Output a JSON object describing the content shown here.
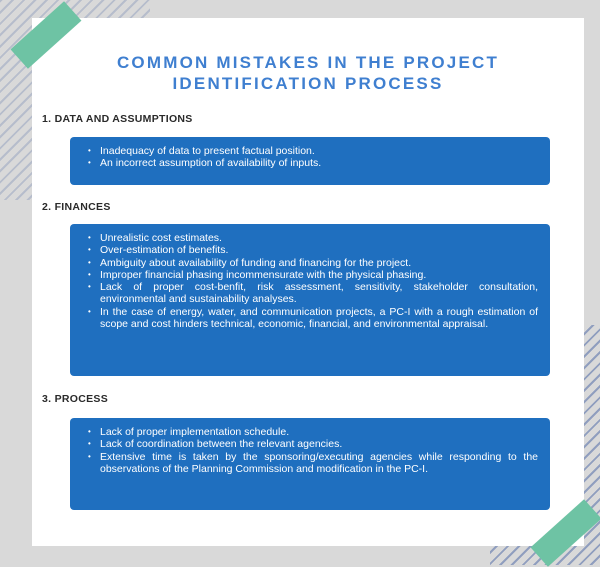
{
  "title": {
    "line1": "COMMON MISTAKES IN THE PROJECT",
    "line2": "IDENTIFICATION PROCESS"
  },
  "sections": [
    {
      "heading": "1. DATA AND ASSUMPTIONS",
      "items": [
        "Inadequacy of data to present factual position.",
        "An incorrect assumption of availability of inputs."
      ]
    },
    {
      "heading": "2. FINANCES",
      "items": [
        "Unrealistic cost estimates.",
        "Over-estimation of benefits.",
        "Ambiguity about availability of funding and financing for the project.",
        "Improper financial phasing incommensurate with the physical phasing.",
        "Lack of proper cost-benfit, risk assessment, sensitivity, stakeholder consultation, environmental and sustainability analyses.",
        "In the case of energy, water, and communication projects, a PC-I with a rough estimation of scope and cost hinders technical, economic, financial, and environmental appraisal."
      ]
    },
    {
      "heading": "3. PROCESS",
      "items": [
        "Lack of proper implementation schedule.",
        "Lack of coordination between the relevant agencies.",
        "Extensive time is taken by the sponsoring/executing agencies while responding to the observations of the Planning Commission and modification in the PC-I."
      ]
    }
  ]
}
